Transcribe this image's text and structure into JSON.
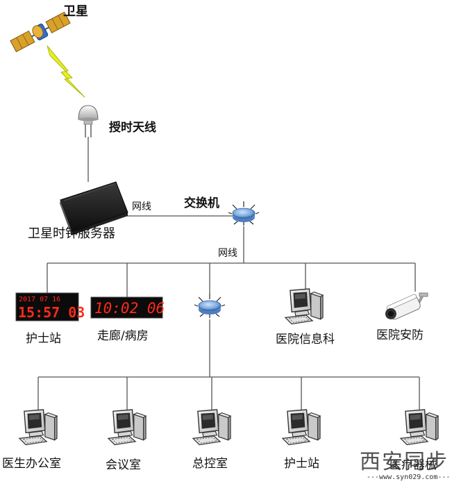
{
  "labels": {
    "satellite": "卫星",
    "antenna": "授时天线",
    "server": "卫星时钟服务器",
    "switch": "交换机",
    "cable_h": "网线",
    "cable_v": "网线",
    "nurse_station_top": "护士站",
    "corridor": "走廊/病房",
    "his": "医院信息科",
    "security": "医院安防",
    "doctor_office": "医生办公室",
    "meeting_room": "会议室",
    "control_room": "总控室",
    "nurse_station_bottom": "护士站",
    "medical_device": "医疗器械"
  },
  "clocks": {
    "nurse_date": "2017 07 16",
    "nurse_time": "15:57 03",
    "corridor_time": "10:02 06"
  },
  "watermark": {
    "brand": "西安同步",
    "url": "---www.syn029.com---"
  },
  "colors": {
    "line": "#555555",
    "switch_blue": "#7aa7de",
    "led_red": "#ff2a1a",
    "lightning": "#e8f020"
  }
}
